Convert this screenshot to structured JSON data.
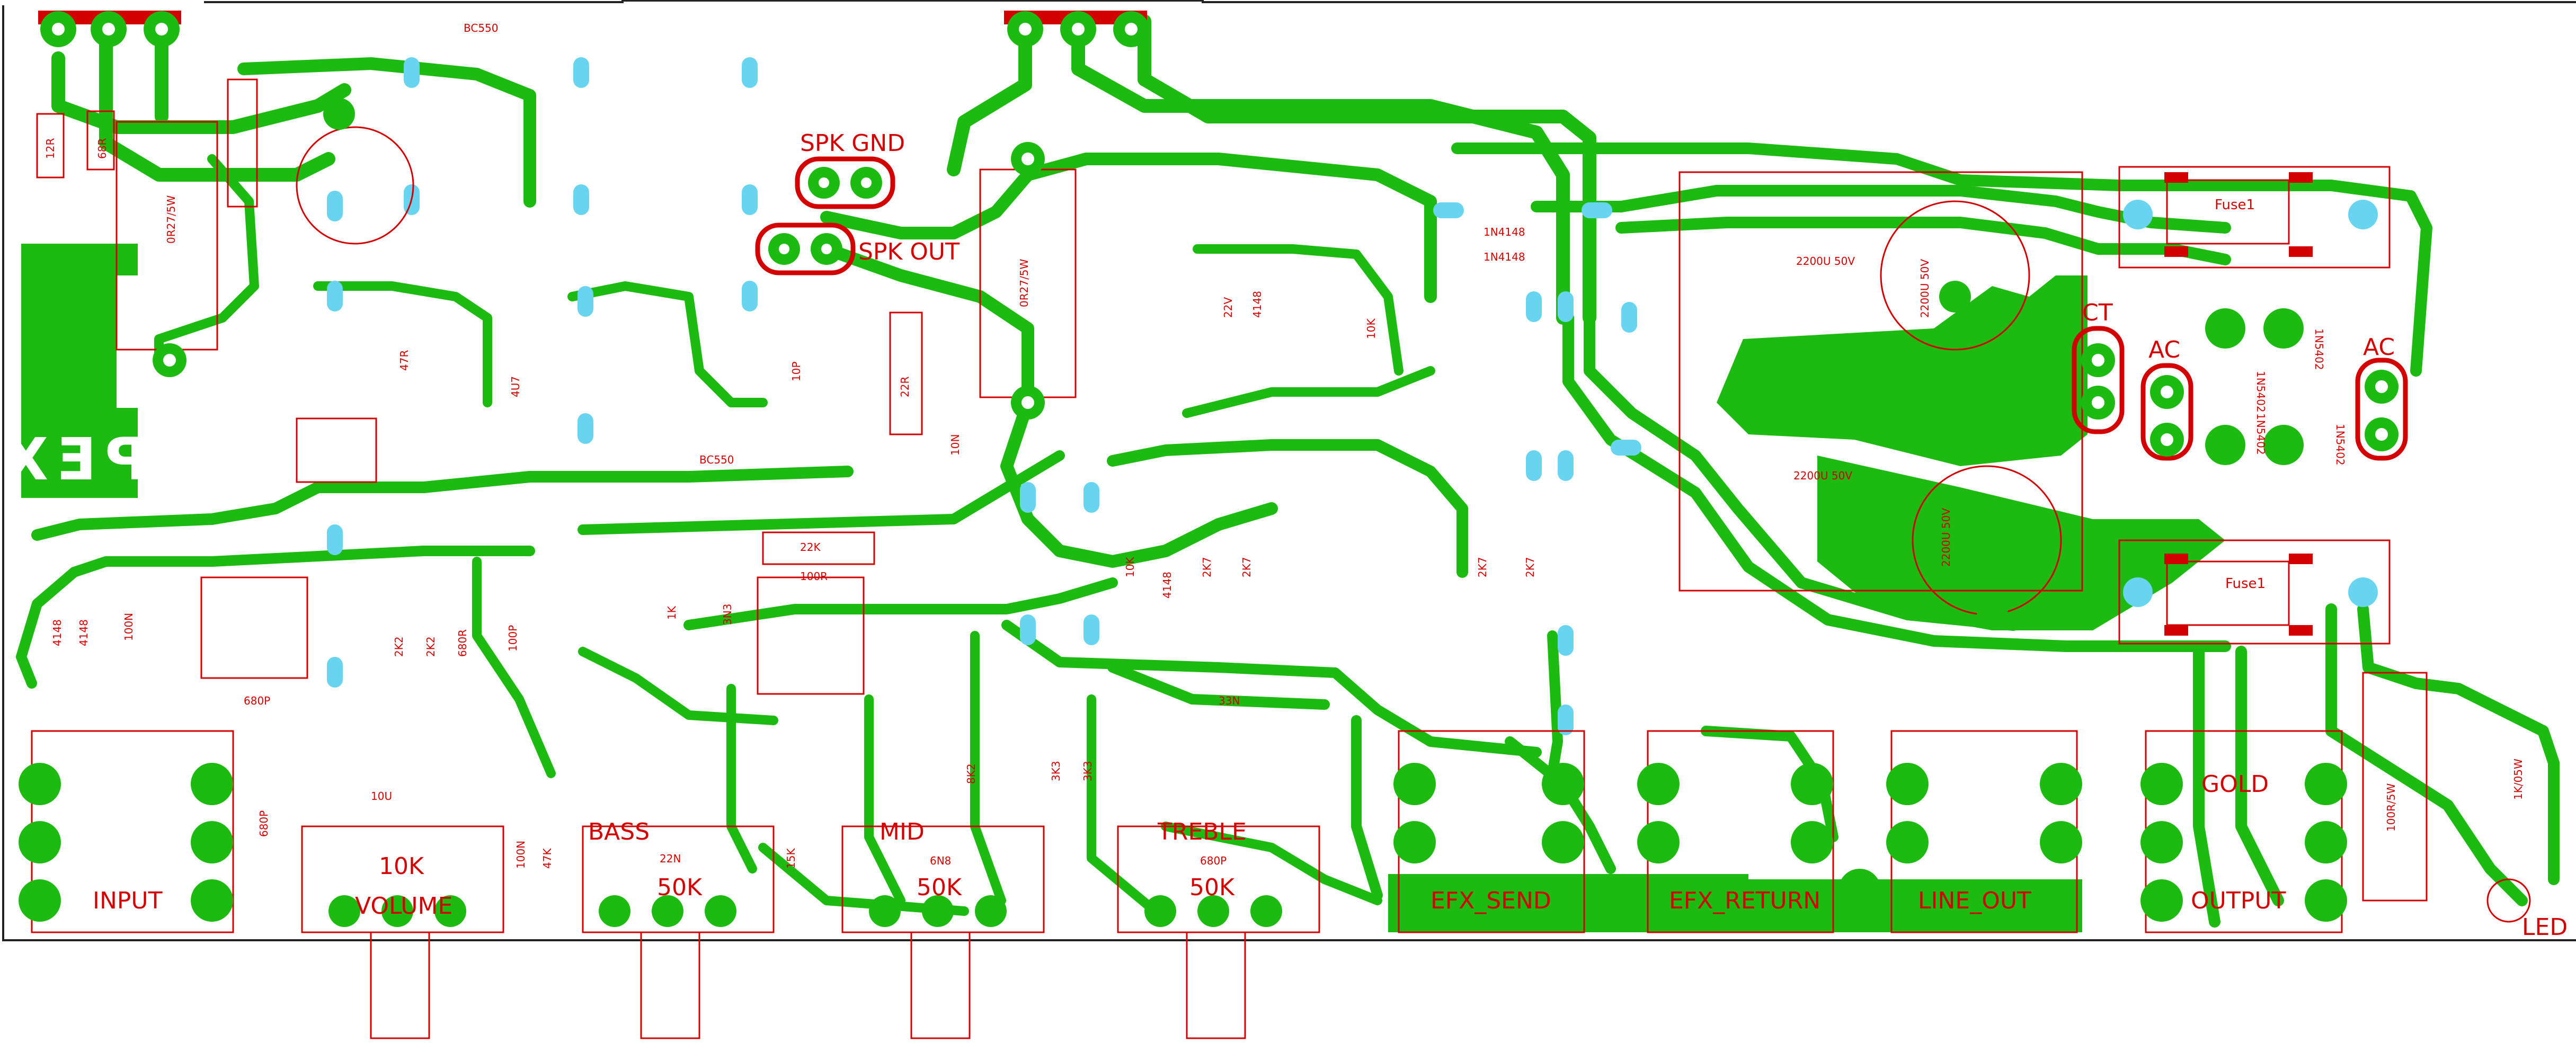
{
  "board": {
    "logo": "APEX",
    "colors": {
      "copper": "#1dbb12",
      "silkscreen": "#d20000",
      "via": "#69d4ef",
      "background": "#ffffff"
    },
    "labels": {
      "spk_gnd": "SPK GND",
      "spk_out": "SPK OUT",
      "ct": "CT",
      "ac_left": "AC",
      "ac_right": "AC",
      "led": "LED",
      "input": "INPUT",
      "volume": "VOLUME",
      "bass": "BASS",
      "mid": "MID",
      "treble": "TREBLE",
      "efx_send": "EFX_SEND",
      "efx_return": "EFX_RETURN",
      "line_out": "LINE_OUT",
      "gold": "GOLD",
      "output": "OUTPUT",
      "fuse_top": "Fuse1",
      "fuse_bottom": "Fuse1"
    },
    "pot_values": {
      "volume": "10K",
      "bass": "50K",
      "mid": "50K",
      "treble": "50K"
    },
    "components": {
      "r_12r": "12R",
      "r_68r": "68R",
      "r_027": "0R27/5W",
      "r_027b": "0R27/5W",
      "q_bc550": "BC550",
      "q_bc550b": "BC550",
      "c_22n": "22N",
      "c_6n8": "6N8",
      "c_680p": "680P",
      "c_680p_b": "680P",
      "c_680p_c": "680P",
      "r_22k": "22K",
      "r_100r": "100R",
      "c_33n": "33N",
      "c_10n": "10N",
      "c_4u7": "4U7",
      "c_10u": "10U",
      "c_100n": "100N",
      "c_100n_b": "100N",
      "c_3n3": "3N3",
      "r_1k": "1K",
      "r_2k2": "2K2",
      "r_2k2b": "2K2",
      "r_2k7": "2K7",
      "r_2k7b": "2K7",
      "r_2k7c": "2K7",
      "r_2k7d": "2K7",
      "r_3k3": "3K3",
      "r_3k3b": "3K3",
      "r_15k": "15K",
      "r_47k": "47K",
      "r_10k": "10K",
      "r_10kb": "10K",
      "r_22r": "22R",
      "r_47r": "47R",
      "d_4148": "4148",
      "d_4148b": "4148",
      "d_4148c": "4148",
      "d_4148d": "4148",
      "z_22v": "22V",
      "c_cap1": "2200U 50V",
      "c_cap2": "2200U 50V",
      "c_cap3": "2200U 50V",
      "c_cap4": "2200U 50V",
      "d_1n4148": "1N4148",
      "d_1n4148b": "1N4148",
      "br_1": "1N5402",
      "br_2": "1N5402",
      "br_3": "1N5402",
      "br_4": "1N5402",
      "r_100r5w": "100R/5W",
      "r_1k05w": "1K/05W",
      "c_10p": "10P",
      "c_100p": "100P",
      "r_680r": "680R",
      "r_8k2": "8K2"
    }
  }
}
